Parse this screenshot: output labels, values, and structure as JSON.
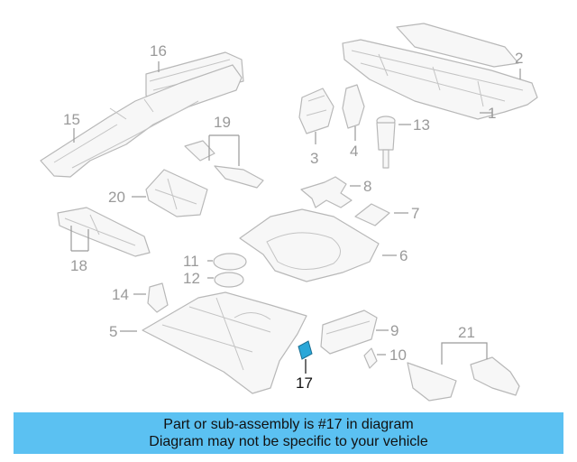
{
  "callouts": {
    "c1": "1",
    "c2": "2",
    "c3": "3",
    "c4": "4",
    "c5": "5",
    "c6": "6",
    "c7": "7",
    "c8": "8",
    "c9": "9",
    "c10": "10",
    "c11": "11",
    "c12": "12",
    "c13": "13",
    "c14": "14",
    "c15": "15",
    "c16": "16",
    "c17": "17",
    "c18": "18",
    "c19": "19",
    "c20": "20",
    "c21": "21"
  },
  "highlighted_part": "17",
  "colors": {
    "banner": "#5bc1f2",
    "highlight": "#2aa7d8",
    "line_art": "#b8b8b8"
  },
  "banner": {
    "line1": "Part or sub-assembly is #17 in diagram",
    "line2": "Diagram may not be specific to your vehicle"
  }
}
